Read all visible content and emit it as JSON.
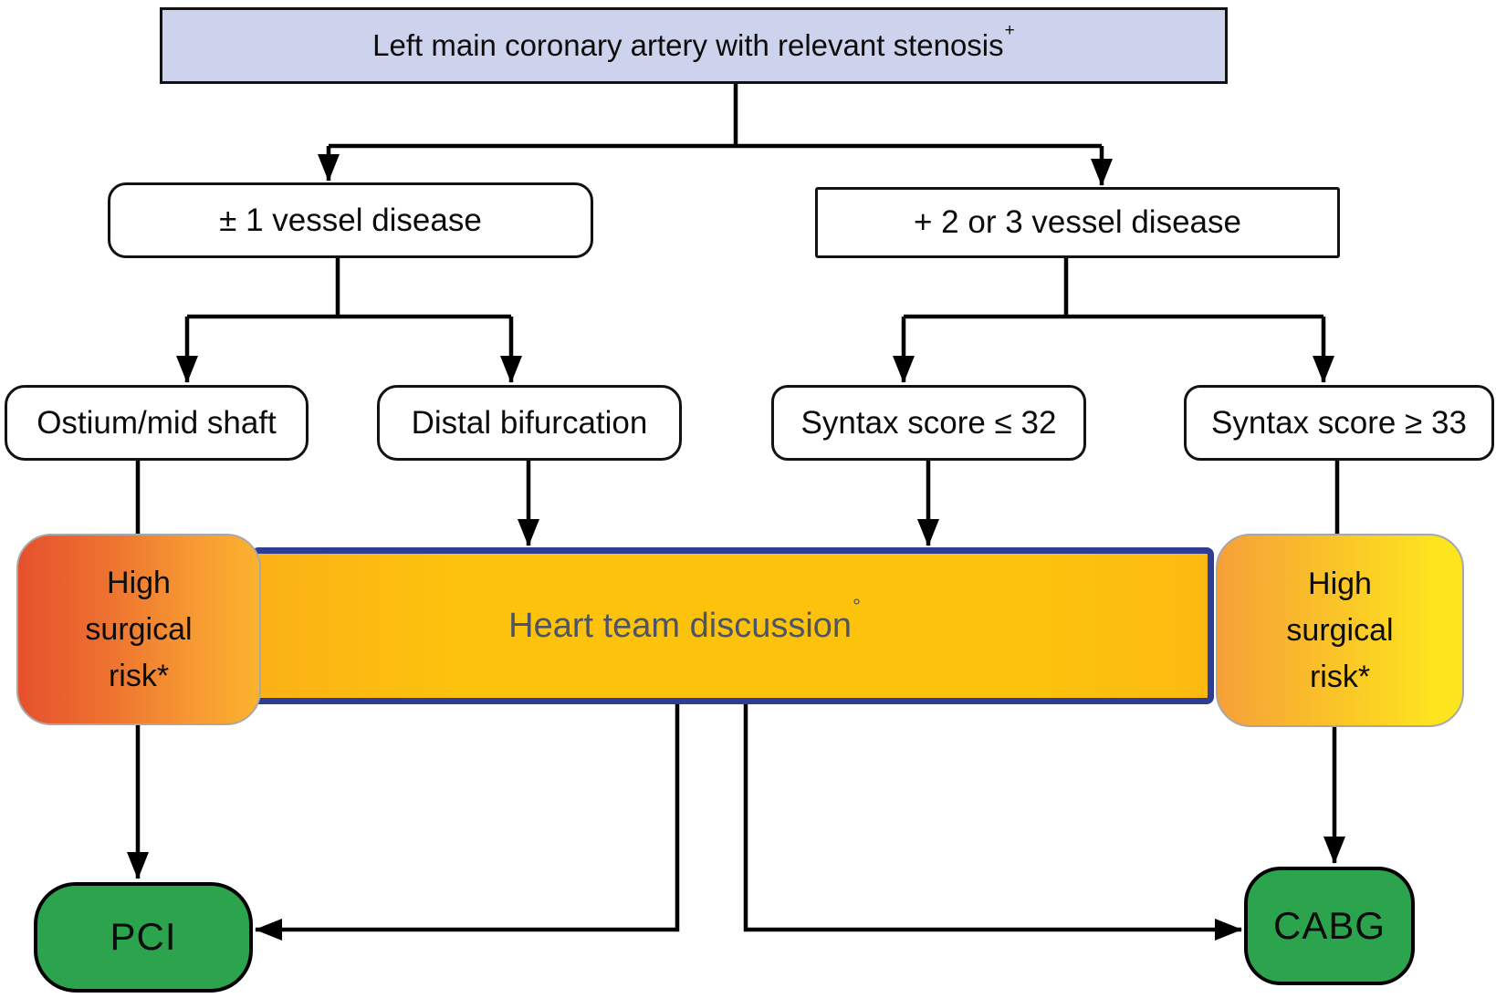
{
  "nodes": {
    "root": {
      "label": "Left main coronary artery with relevant stenosis",
      "sup": "+"
    },
    "one_vessel": {
      "label": "± 1 vessel disease"
    },
    "two_or_three_vessel": {
      "label": "+ 2 or 3 vessel disease"
    },
    "ostium_mid_shaft": {
      "label": "Ostium/mid shaft"
    },
    "distal_bifurcation": {
      "label": "Distal bifurcation"
    },
    "syntax_score_low": {
      "label": "Syntax score ≤ 32"
    },
    "syntax_score_high": {
      "label": "Syntax score ≥ 33"
    },
    "high_surgical_risk_left": {
      "label": "High surgical risk*"
    },
    "heart_team": {
      "label": "Heart team discussion",
      "sup": "°"
    },
    "high_surgical_risk_right": {
      "label": "High surgical risk*"
    },
    "pci": {
      "label": "PCI"
    },
    "cabg": {
      "label": "CABG"
    }
  },
  "colors": {
    "background": "#ffffff",
    "root_fill": "#cdd3ec",
    "box_border": "#121212",
    "heart_bar_fill": "#fdc30c",
    "heart_bar_border": "#2e3d91",
    "heart_bar_text": "#4d5466",
    "risk_left_gradient_start": "#e6502d",
    "risk_left_gradient_end": "#fbb32e",
    "risk_right_gradient_start": "#f6a038",
    "risk_right_gradient_end": "#fde51e",
    "risk_border": "#a8a8a8",
    "outcome_fill": "#2ca34d",
    "line": "#000000"
  }
}
